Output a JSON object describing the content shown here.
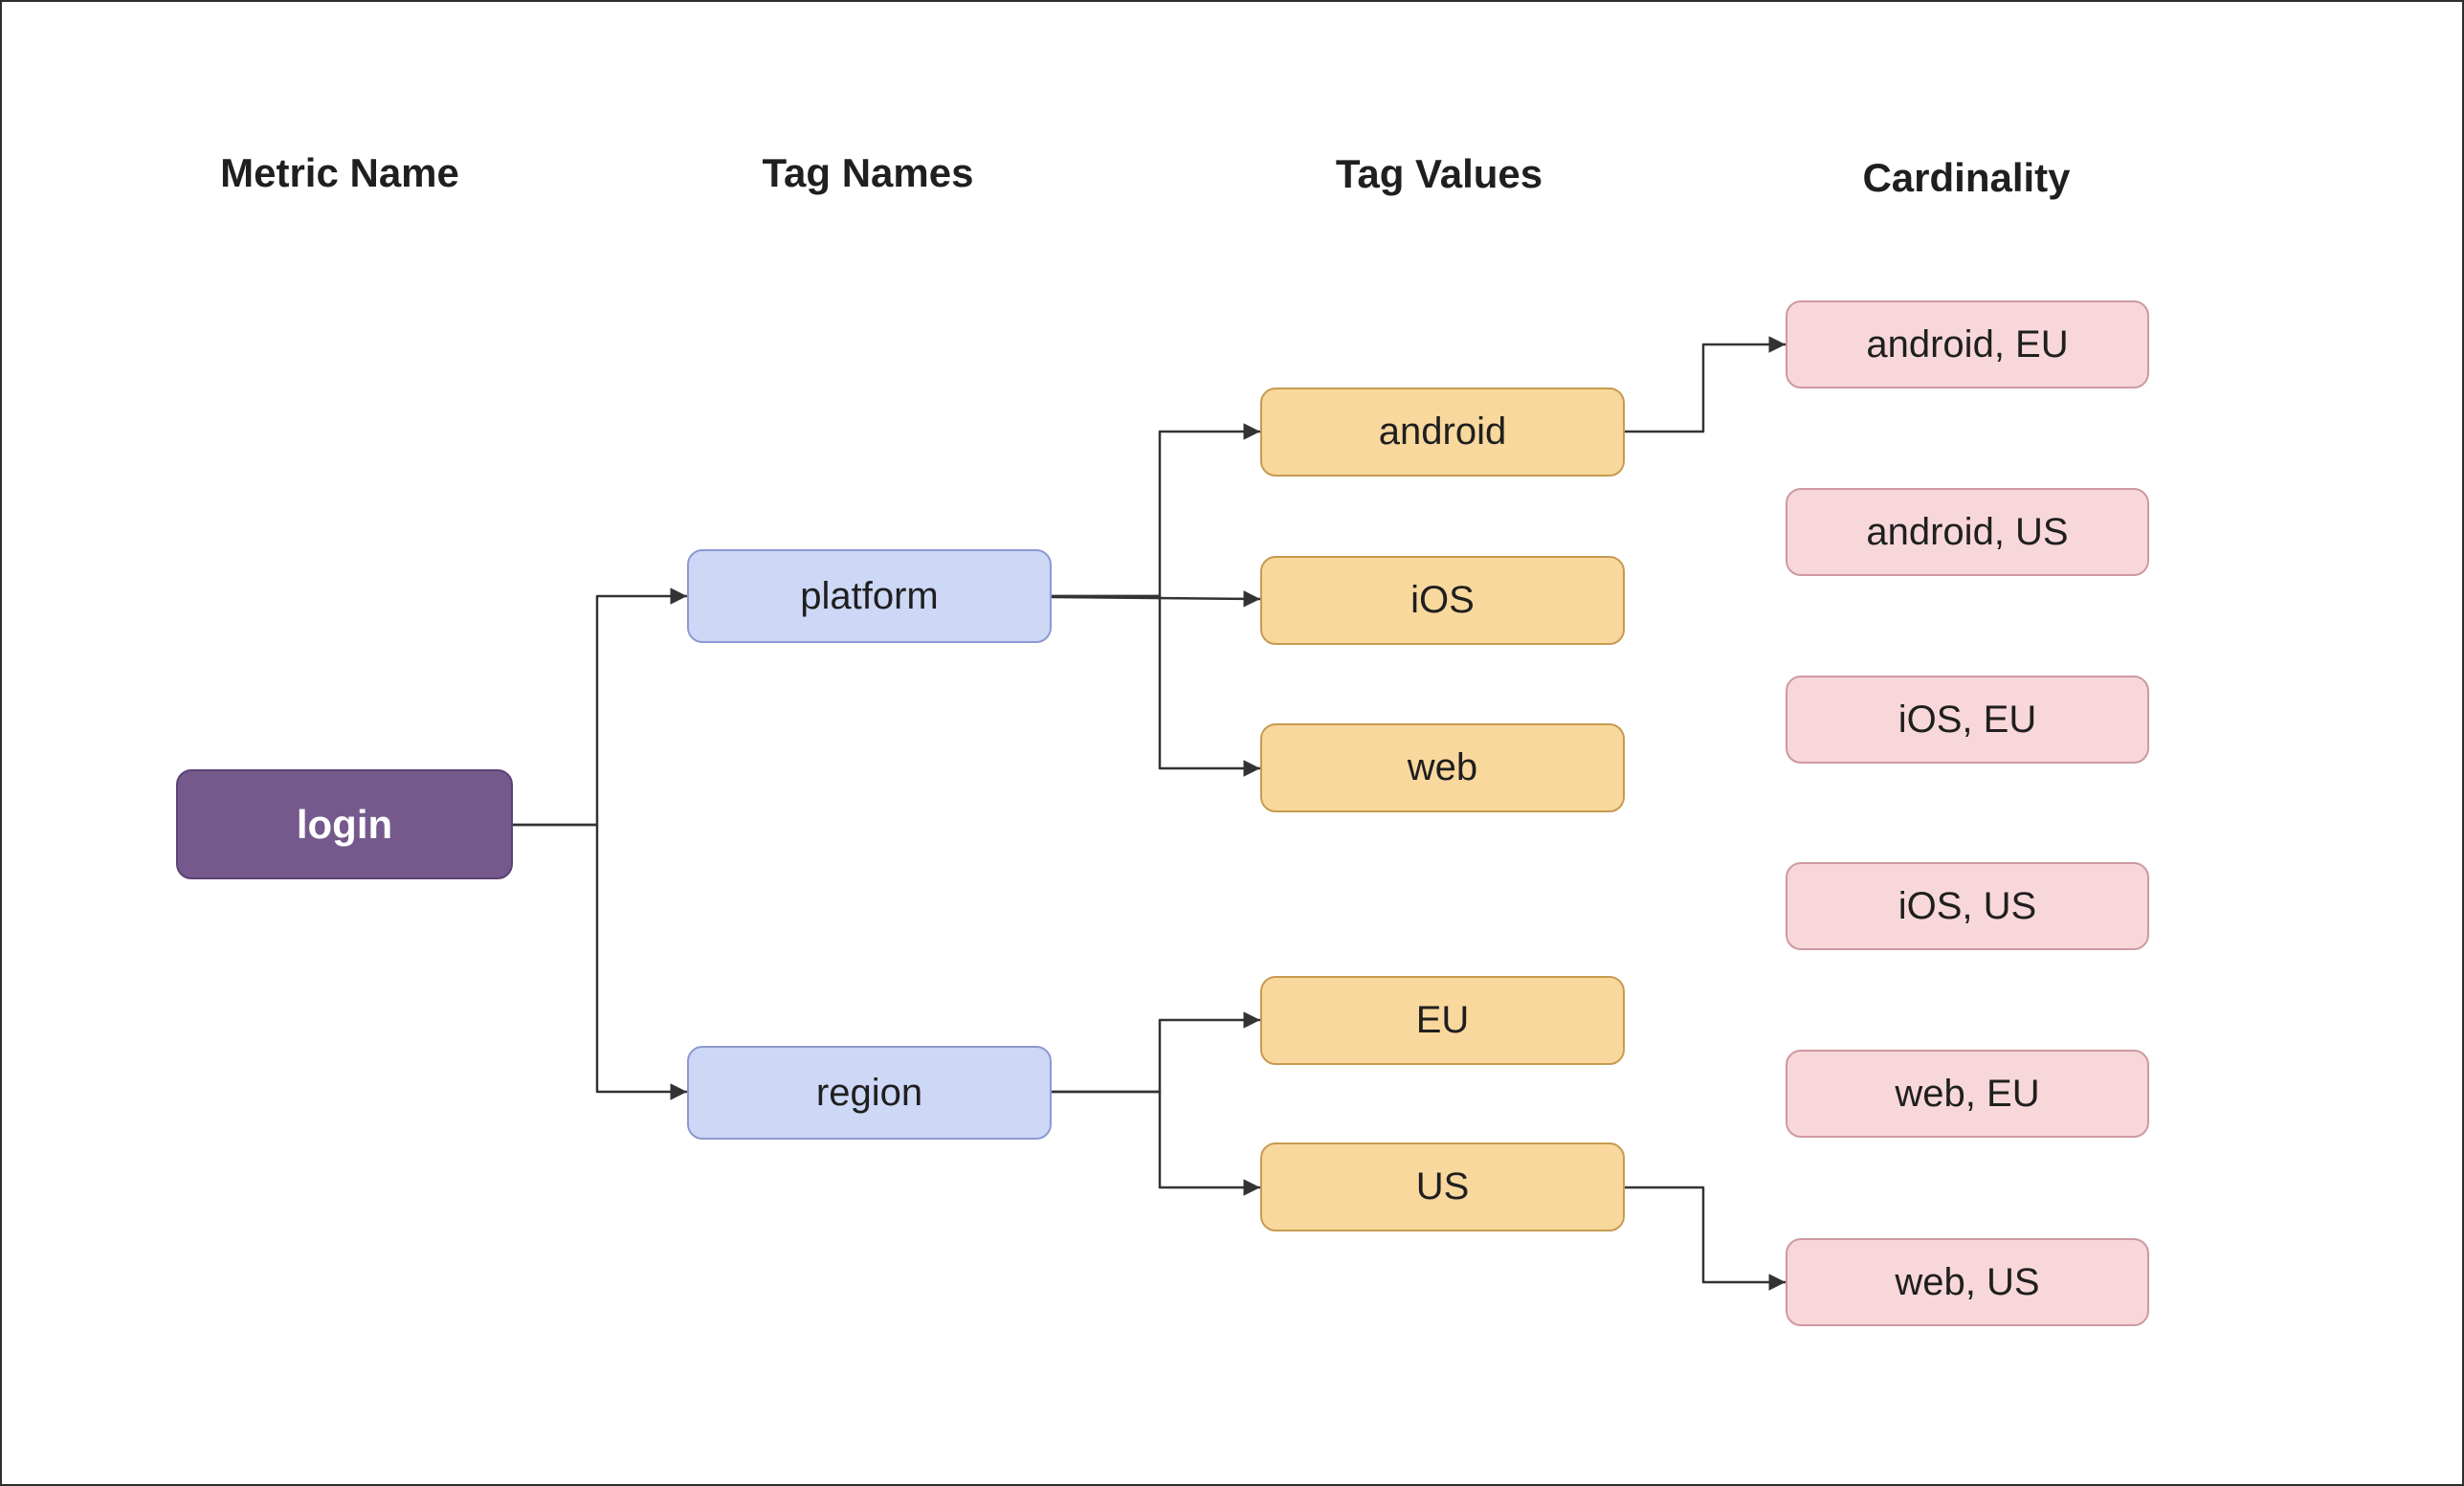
{
  "page": {
    "background": "#FFFFFF",
    "border_color": "#2E2E2E"
  },
  "diagram": {
    "columns": [
      {
        "id": "metric-name",
        "label": "Metric Name"
      },
      {
        "id": "tag-names",
        "label": "Tag Names"
      },
      {
        "id": "tag-values",
        "label": "Tag Values"
      },
      {
        "id": "cardinality",
        "label": "Cardinality"
      }
    ],
    "nodes": {
      "login": {
        "label": "login",
        "type": "metric"
      },
      "platform": {
        "label": "platform",
        "type": "tag-name"
      },
      "region": {
        "label": "region",
        "type": "tag-name"
      },
      "android": {
        "label": "android",
        "type": "tag-value"
      },
      "ios": {
        "label": "iOS",
        "type": "tag-value"
      },
      "web": {
        "label": "web",
        "type": "tag-value"
      },
      "eu": {
        "label": "EU",
        "type": "tag-value"
      },
      "us": {
        "label": "US",
        "type": "tag-value"
      },
      "android_eu": {
        "label": "android, EU",
        "type": "cardinality"
      },
      "android_us": {
        "label": "android, US",
        "type": "cardinality"
      },
      "ios_eu": {
        "label": "iOS, EU",
        "type": "cardinality"
      },
      "ios_us": {
        "label": "iOS, US",
        "type": "cardinality"
      },
      "web_eu": {
        "label": "web, EU",
        "type": "cardinality"
      },
      "web_us": {
        "label": "web, US",
        "type": "cardinality"
      }
    },
    "edges": [
      {
        "from": "login",
        "to": "platform"
      },
      {
        "from": "login",
        "to": "region"
      },
      {
        "from": "platform",
        "to": "android"
      },
      {
        "from": "platform",
        "to": "ios"
      },
      {
        "from": "platform",
        "to": "web"
      },
      {
        "from": "android",
        "to": "android_eu"
      },
      {
        "from": "region",
        "to": "eu"
      },
      {
        "from": "region",
        "to": "us"
      },
      {
        "from": "us",
        "to": "web_us"
      }
    ],
    "colors": {
      "metric_fill": "#75598C",
      "metric_border": "#5A4374",
      "metric_text": "#FFFFFF",
      "tagname_fill": "#CDD7F6",
      "tagname_border": "#8D99D2",
      "tagvalue_fill": "#F9D89D",
      "tagvalue_border": "#C69B4F",
      "cardinality_fill": "#F8D7DA",
      "cardinality_border": "#CE99A1",
      "edge_color": "#333333",
      "text_color": "#1F1F1F",
      "page_bg": "#FFFFFF",
      "page_border": "#2E2E2E"
    }
  }
}
